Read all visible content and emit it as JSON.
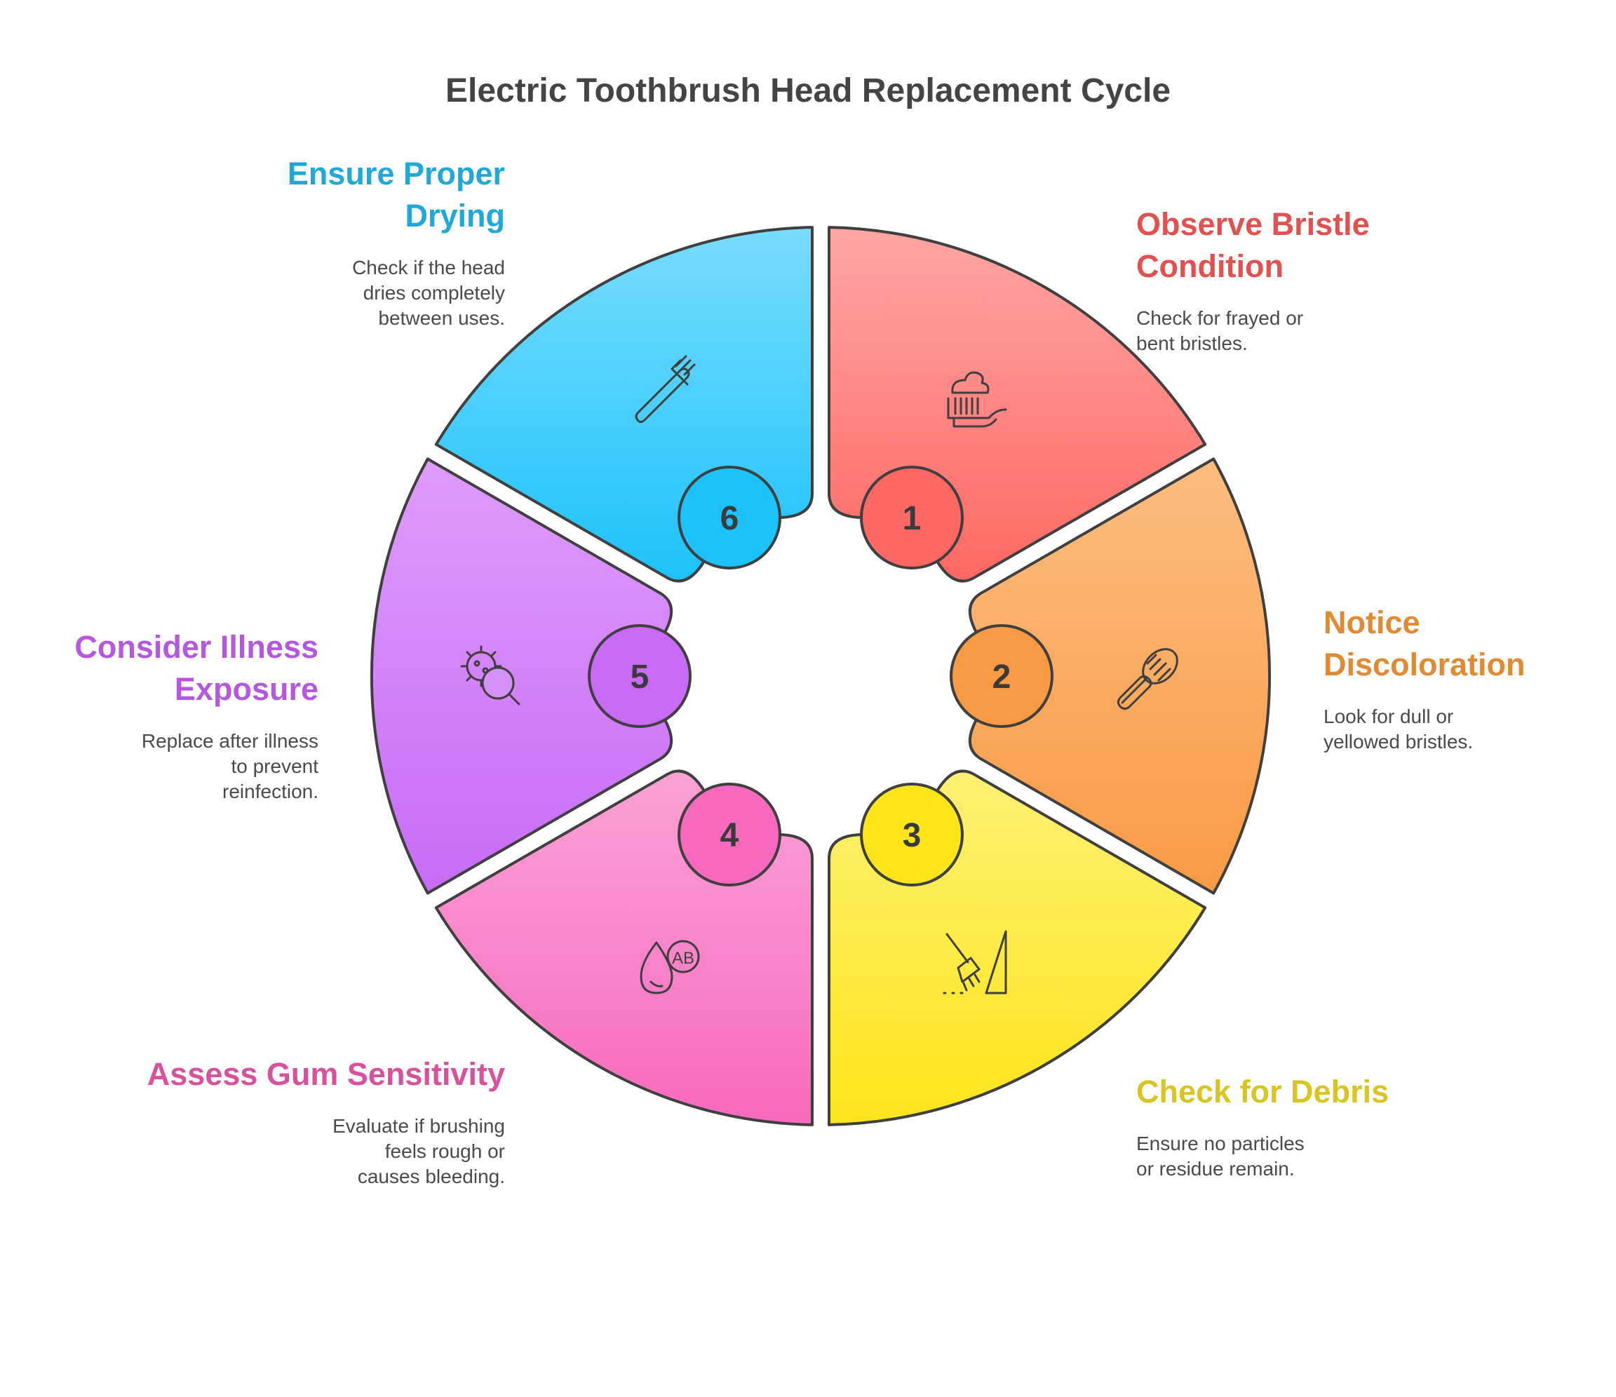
{
  "title": "Electric Toothbrush Head Replacement Cycle",
  "steps": [
    {
      "number": "1",
      "heading": [
        "Observe Bristle",
        "Condition"
      ],
      "description": [
        "Check for frayed or",
        "bent bristles."
      ],
      "color": "#E0514F",
      "fill_top": "#FFA6A2",
      "fill_bottom": "#FF6863",
      "icon": "toothbrush-with-paste-icon"
    },
    {
      "number": "2",
      "heading": [
        "Notice",
        "Discoloration"
      ],
      "description": [
        "Look for dull or",
        "yellowed bristles."
      ],
      "color": "#E08A33",
      "fill_top": "#FDBD80",
      "fill_bottom": "#F99A44",
      "icon": "brush-head-icon"
    },
    {
      "number": "3",
      "heading": [
        "Check for Debris"
      ],
      "description": [
        "Ensure no particles",
        "or residue remain."
      ],
      "color": "#D9C522",
      "fill_top": "#FFF074",
      "fill_bottom": "#FDE51A",
      "icon": "broom-sweeping-icon"
    },
    {
      "number": "4",
      "heading": [
        "Assess Gum Sensitivity"
      ],
      "description": [
        "Evaluate if brushing",
        "feels rough or",
        "causes bleeding."
      ],
      "color": "#D9509C",
      "fill_top": "#FBA2D6",
      "fill_bottom": "#F769BE",
      "icon": "blood-drop-ab-icon"
    },
    {
      "number": "5",
      "heading": [
        "Consider Illness",
        "Exposure"
      ],
      "description": [
        "Replace after illness",
        "to prevent",
        "reinfection."
      ],
      "color": "#B657E0",
      "fill_top": "#DD9CFB",
      "fill_bottom": "#C86BF7",
      "icon": "germ-magnifier-icon"
    },
    {
      "number": "6",
      "heading": [
        "Ensure Proper",
        "Drying"
      ],
      "description": [
        "Check if the head",
        "dries completely",
        "between uses."
      ],
      "color": "#1FA8D8",
      "fill_top": "#78DCFD",
      "fill_bottom": "#1DC2FB",
      "icon": "toothbrush-icon"
    }
  ]
}
